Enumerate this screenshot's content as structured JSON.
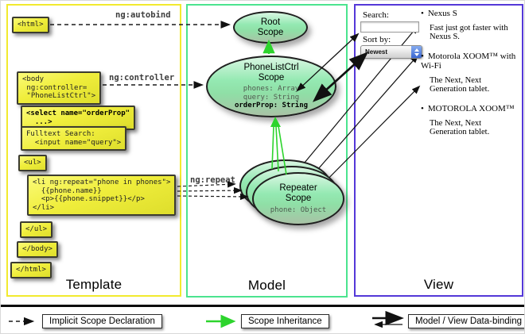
{
  "titles": {
    "template": "Template",
    "model": "Model",
    "view": "View"
  },
  "labels": {
    "autobind": "ng:autobind",
    "controller": "ng:controller",
    "repeat": "ng:repeat"
  },
  "code": {
    "html_open": "<html>",
    "body_open": "<body\n ng:controller=\n \"PhoneListCtrl\">",
    "select": "<select name=\"orderProp\"\n  ...>",
    "fulltext": "Fulltext Search:\n  <input name=\"query\">",
    "ul_open": "<ul>",
    "li_repeat": "<li ng:repeat=\"phone in phones\">\n  {{phone.name}}\n  <p>{{phone.snippet}}</p>\n</li>",
    "ul_close": "</ul>",
    "body_close": "</body>",
    "html_close": "</html>"
  },
  "model": {
    "root_scope": {
      "line1": "Root",
      "line2": "Scope"
    },
    "phonelist_scope": {
      "line1": "PhoneListCtrl",
      "line2": "Scope",
      "prop1": "phones: Array",
      "prop2": "query: String",
      "prop3": "orderProp: String"
    },
    "repeater_scope": {
      "line1": "Repeater",
      "line2": "Scope",
      "prop": "phone: Object"
    }
  },
  "view": {
    "search_label": "Search:",
    "search_value": "",
    "sort_label": "Sort by:",
    "sort_value": "Newest",
    "items": [
      {
        "name": "Nexus S",
        "desc": "Fast just got faster with Nexus S."
      },
      {
        "name": "Motorola XOOM™ with Wi-Fi",
        "desc": "The Next, Next Generation tablet."
      },
      {
        "name": "MOTOROLA XOOM™",
        "desc": "The Next, Next Generation tablet."
      }
    ],
    "bullet": "•"
  },
  "legend": {
    "implicit": "Implicit Scope Declaration",
    "inheritance": "Scope Inheritance",
    "databinding": "Model / View Data-binding"
  },
  "colors": {
    "template_border": "#f2ea2e",
    "model_border": "#4be48f",
    "view_border": "#5438d8",
    "inheritance_green": "#2dd42d",
    "code_box_yellow": "#f0ee3c"
  }
}
